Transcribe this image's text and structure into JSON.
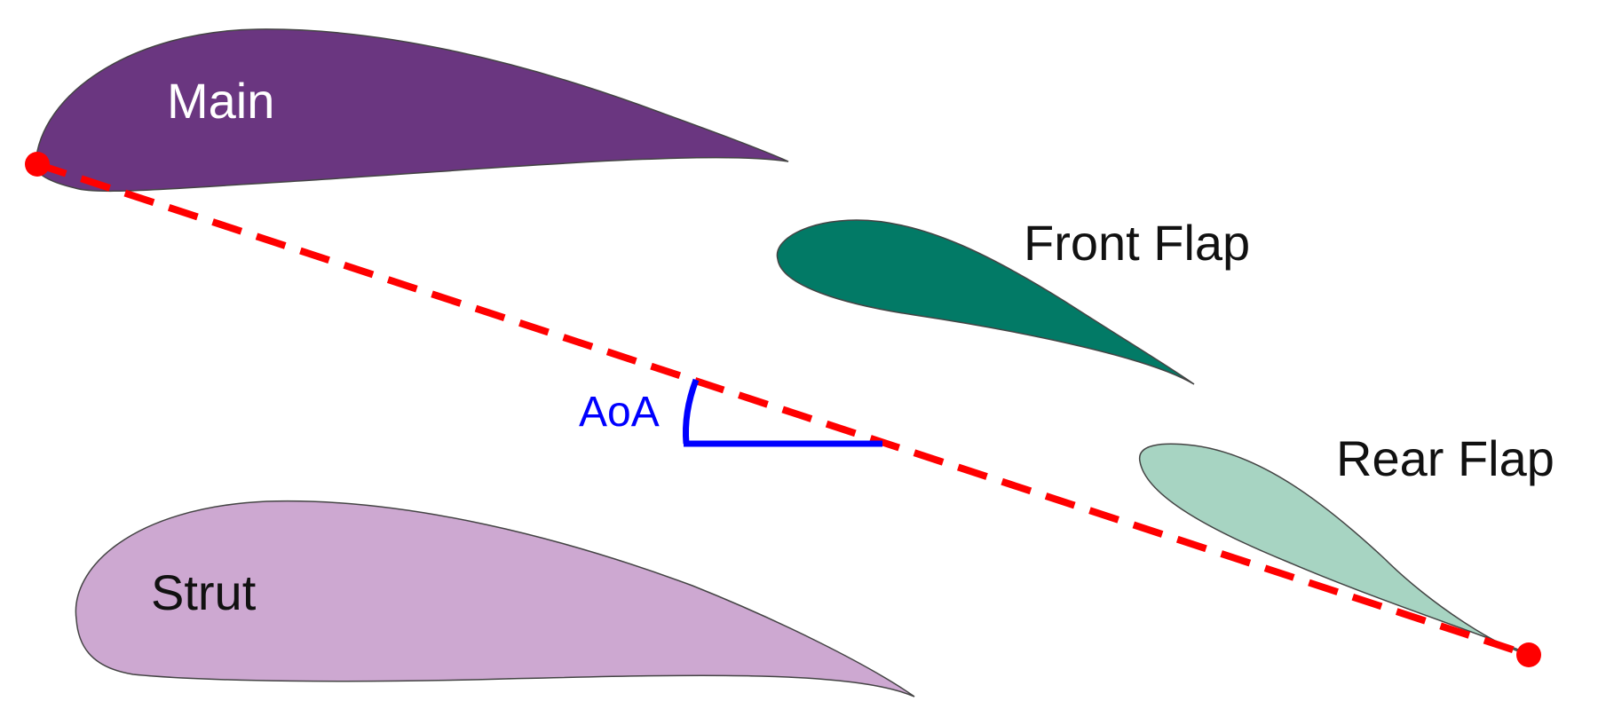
{
  "airfoils": {
    "main": {
      "label": "Main",
      "fill": "#6a3680",
      "label_color": "#ffffff"
    },
    "front_flap": {
      "label": "Front Flap",
      "fill": "#027a66",
      "label_color": "#111111"
    },
    "rear_flap": {
      "label": "Rear Flap",
      "fill": "#a7d4c2",
      "label_color": "#111111"
    },
    "strut": {
      "label": "Strut",
      "fill": "#cda8d1",
      "label_color": "#111111"
    }
  },
  "chord_line": {
    "color": "#ff0000",
    "style": "dashed",
    "endpoints": "red-dots"
  },
  "angle_of_attack": {
    "label": "AoA",
    "color": "#0000ff"
  }
}
